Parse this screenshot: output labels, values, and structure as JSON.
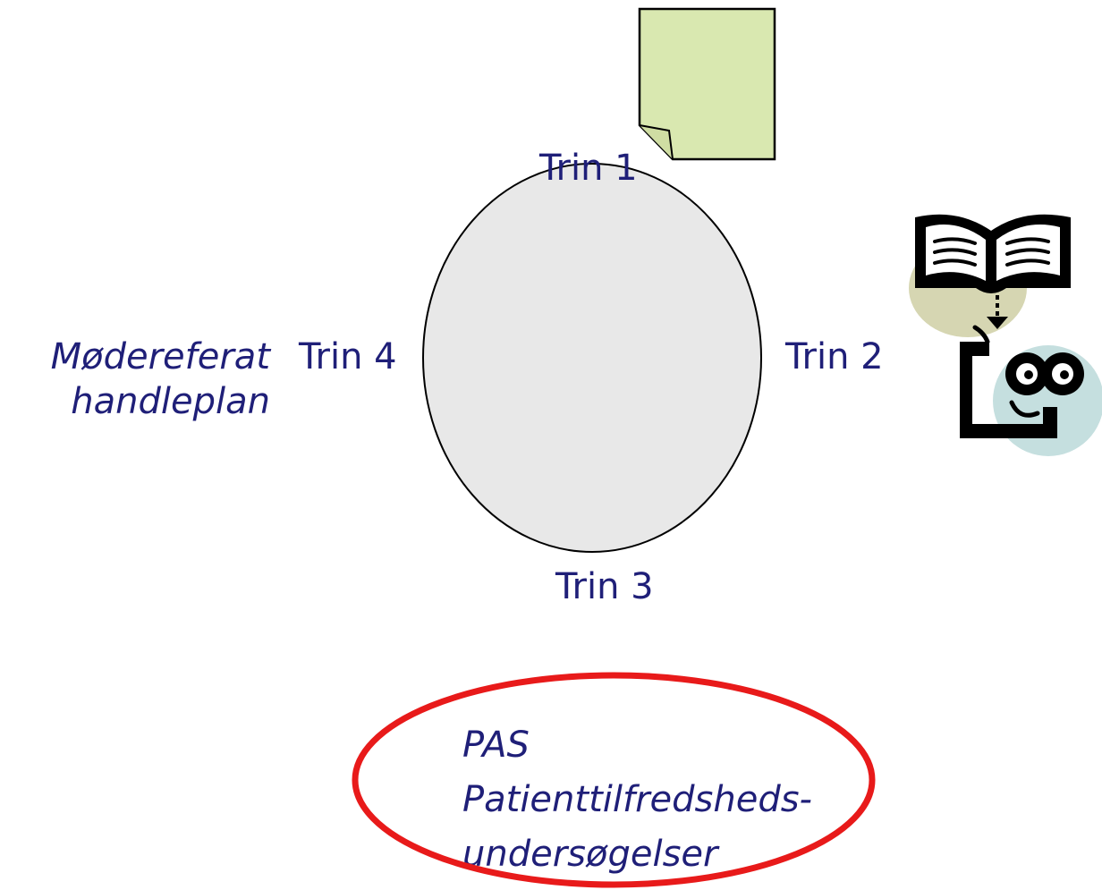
{
  "steps": {
    "trin1": "Trin 1",
    "trin2": "Trin 2",
    "trin3": "Trin 3",
    "trin4": "Trin 4"
  },
  "side_note": {
    "line1": "Mødereferat",
    "line2": "handleplan"
  },
  "pas_note": {
    "line1": "PAS",
    "line2": "Patienttilfredsheds-",
    "line3": "undersøgelser"
  },
  "icons": {
    "document": "folded-page-icon",
    "reader": "book-reader-clipart-icon"
  },
  "colors": {
    "text": "#1f1f78",
    "circle_fill": "#e8e8e8",
    "page_fill": "#d9e8b0",
    "book_bubble": "#d6d6b2",
    "face_bubble": "#c5dfdf",
    "highlight_ring": "#e81a1a"
  }
}
